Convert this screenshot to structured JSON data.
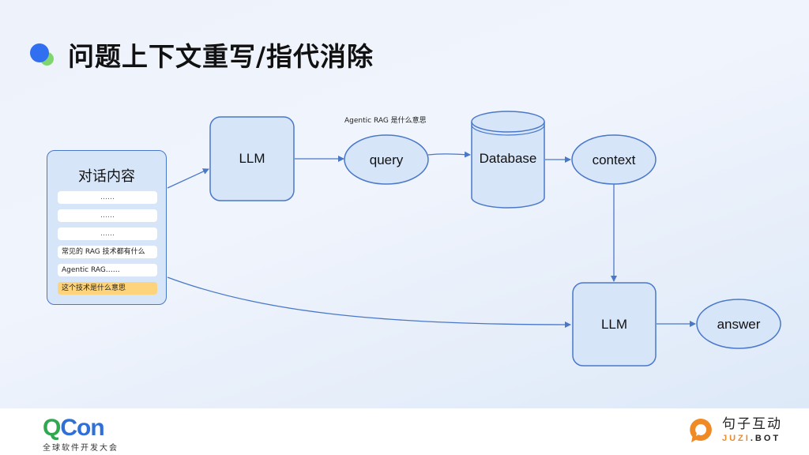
{
  "slide": {
    "title": "问题上下文重写/指代消除"
  },
  "diagram": {
    "conversation_box": {
      "title": "对话内容",
      "messages": [
        {
          "text": "……",
          "highlighted": false
        },
        {
          "text": "……",
          "highlighted": false
        },
        {
          "text": "……",
          "highlighted": false
        },
        {
          "text": "常见的 RAG 技术都有什么",
          "highlighted": false
        },
        {
          "text": "Agentic RAG……",
          "highlighted": false
        },
        {
          "text": "这个技术是什么意思",
          "highlighted": true
        }
      ]
    },
    "nodes": {
      "llm_rewrite": "LLM",
      "query": "query",
      "database": "Database",
      "context": "context",
      "llm_answer": "LLM",
      "answer": "answer"
    },
    "query_annotation": "Agentic RAG 是什么意思",
    "edges": [
      {
        "from": "conversation_box",
        "to": "llm_rewrite"
      },
      {
        "from": "llm_rewrite",
        "to": "query"
      },
      {
        "from": "query",
        "to": "database"
      },
      {
        "from": "database",
        "to": "context"
      },
      {
        "from": "context",
        "to": "llm_answer"
      },
      {
        "from": "conversation_box",
        "to": "llm_answer"
      },
      {
        "from": "llm_answer",
        "to": "answer"
      }
    ],
    "colors": {
      "node_fill": "#d7e5f8",
      "node_stroke": "#4a78c9",
      "highlight": "#fdd37c"
    }
  },
  "footer": {
    "left_logo": {
      "q": "Q",
      "con": "Con",
      "subtitle": "全球软件开发大会"
    },
    "right_logo": {
      "cn": "句子互动",
      "en_orange": "JUZI",
      "en_dark": ".BOT"
    }
  }
}
